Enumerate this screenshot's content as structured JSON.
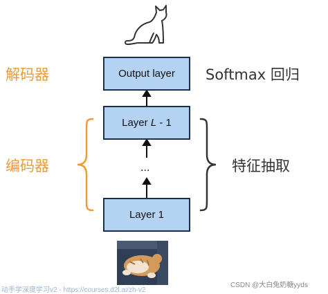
{
  "layers": {
    "output": "Output layer",
    "hidden_prefix": "Layer ",
    "hidden_var": "L",
    "hidden_suffix": " - 1",
    "ellipsis": "...",
    "first": "Layer 1"
  },
  "labels": {
    "decoder": "解码器",
    "encoder": "编码器",
    "softmax": "Softmax 回归",
    "feature": "特征抽取"
  },
  "footer": {
    "left": "动手学深度学习v2 - https://courses.d2l.ai/zh-v2",
    "right": "CSDN @大白兔奶糖yyds"
  },
  "icons": {
    "top": "cat-silhouette-icon",
    "bottom": "cat-photo"
  },
  "colors": {
    "box_fill": "#b4d3f2",
    "box_border": "#1d2f4f",
    "brace_encoder": "#ef9a34",
    "brace_feature": "#333333",
    "label_orange": "#ef9a34"
  }
}
